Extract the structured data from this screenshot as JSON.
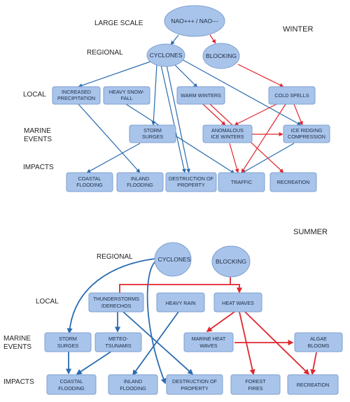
{
  "winter": {
    "season": "WINTER",
    "levels": {
      "large_scale": "LARGE SCALE",
      "regional": "REGIONAL",
      "local": "LOCAL",
      "marine_1": "MARINE",
      "marine_2": "EVENTS",
      "impacts": "IMPACTS"
    },
    "nodes": {
      "nao": "NAO+++ / NAO---",
      "cyclones": "CYCLONES",
      "blocking": "BLOCKING",
      "increased_precip_1": "INCREASED",
      "increased_precip_2": "PRECIPITATION",
      "heavy_snowfall_1": "HEAVY SNOW-",
      "heavy_snowfall_2": "FALL",
      "warm_winters": "WARM WINTERS",
      "cold_spells": "COLD SPELLS",
      "storm_surges_1": "STORM",
      "storm_surges_2": "SURGES",
      "anomalous_ice_1": "ANOMALOUS",
      "anomalous_ice_2": "ICE WINTERS",
      "ice_ridging_1": "ICE RIDGING",
      "ice_ridging_2": "COMPRESSION",
      "coastal_flooding_1": "COASTAL",
      "coastal_flooding_2": "FLOODING",
      "inland_flooding_1": "INLAND",
      "inland_flooding_2": "FLOODING",
      "destruction_1": "DESTRUCTION OF",
      "destruction_2": "PROPERTY",
      "traffic": "TRAFFIC",
      "recreation": "RECREATION"
    }
  },
  "summer": {
    "season": "SUMMER",
    "levels": {
      "regional": "REGIONAL",
      "local": "LOCAL",
      "marine_1": "MARINE",
      "marine_2": "EVENTS",
      "impacts": "IMPACTS"
    },
    "nodes": {
      "cyclones": "CYCLONES",
      "blocking": "BLOCKING",
      "thunderstorms_1": "THUNDERSTORMS",
      "thunderstorms_2": "/DERECHOS",
      "heavy_rain": "HEAVY RAIN",
      "heat_waves": "HEAT WAVES",
      "storm_surges_1": "STORM",
      "storm_surges_2": "SURGES",
      "meteo_tsunamis_1": "METEO-",
      "meteo_tsunamis_2": "TSUNAMIS",
      "marine_heat_waves_1": "MARINE HEAT",
      "marine_heat_waves_2": "WAVES",
      "algae_blooms_1": "ALGAE",
      "algae_blooms_2": "BLOOMS",
      "coastal_flooding_1": "COASTAL",
      "coastal_flooding_2": "FLOODING",
      "inland_flooding_1": "INLAND",
      "inland_flooding_2": "FLOODING",
      "destruction_1": "DESTRUCTION OF",
      "destruction_2": "PROPERTY",
      "forest_fires_1": "FOREST",
      "forest_fires_2": "FIRES",
      "recreation": "RECREATION"
    }
  },
  "colors": {
    "node_fill": "#a9c4ea",
    "node_stroke": "#7e9fd1",
    "blue_arrow": "#2a6cb0",
    "red_arrow": "#e0262e"
  }
}
